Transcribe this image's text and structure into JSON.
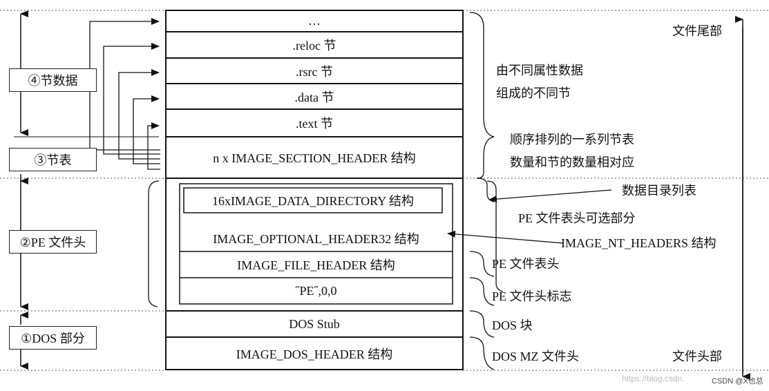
{
  "sections": {
    "ellipsis": "…",
    "reloc": ".reloc 节",
    "rsrc": ".rsrc 节",
    "data": ".data 节",
    "text": ".text 节",
    "section_header": "n x IMAGE_SECTION_HEADER 结构",
    "data_directory": "16xIMAGE_DATA_DIRECTORY 结构",
    "optional_header": "IMAGE_OPTIONAL_HEADER32 结构",
    "file_header": "IMAGE_FILE_HEADER 结构",
    "pe_signature": "˝PE˝,0,0",
    "dos_stub": "DOS Stub",
    "dos_header": "IMAGE_DOS_HEADER 结构"
  },
  "left_labels": {
    "section_data": "④节数据",
    "section_table": "③节表",
    "pe_header": "②PE 文件头",
    "dos_part": "①DOS 部分"
  },
  "right_labels": {
    "file_tail": "文件尾部",
    "different_attrs_1": "由不同属性数据",
    "different_attrs_2": "组成的不同节",
    "ordered_table_1": "顺序排列的一系列节表",
    "ordered_table_2": "数量和节的数量相对应",
    "data_dir_list": "数据目录列表",
    "pe_optional": "PE 文件表头可选部分",
    "nt_headers": "IMAGE_NT_HEADERS 结构",
    "pe_file_header": "PE 文件表头",
    "pe_signature_label": "PE 文件头标志",
    "dos_block": "DOS 块",
    "dos_mz": "DOS MZ 文件头",
    "file_head": "文件头部"
  },
  "watermark": "https://blog.csdn.",
  "credit": "CSDN @X也总"
}
